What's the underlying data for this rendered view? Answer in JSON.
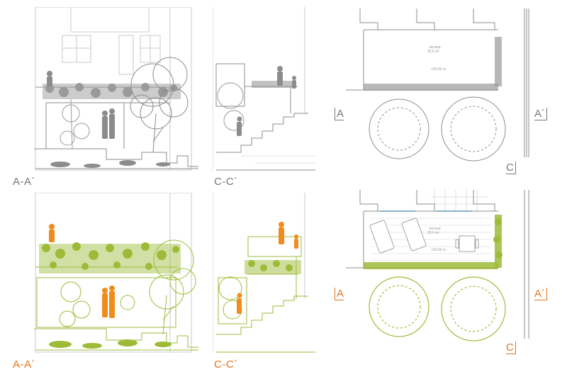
{
  "colors": {
    "existing": "#8c8c8c",
    "existing_light": "#c8c8c8",
    "proposed_plant": "#9dbb38",
    "proposed_people": "#f08c1c",
    "label_gray": "#777777",
    "label_orange": "#e8741c"
  },
  "panels": {
    "existing_section_aa": {
      "label": "A-A´"
    },
    "existing_section_cc": {
      "label": "C-C´"
    },
    "existing_plan": {
      "room_name": "terraza",
      "room_area": "20.5 m²",
      "level": "+03.50 m",
      "mark_a": "A",
      "mark_a_prime": "A´",
      "mark_c": "C"
    },
    "proposed_section_aa": {
      "label": "A-A´"
    },
    "proposed_section_cc": {
      "label": "C-C´"
    },
    "proposed_plan": {
      "room_name": "terraza",
      "room_area": "20.5 m²",
      "level": "+03.50 m",
      "mark_a": "A",
      "mark_a_prime": "A´",
      "mark_c": "C"
    }
  }
}
